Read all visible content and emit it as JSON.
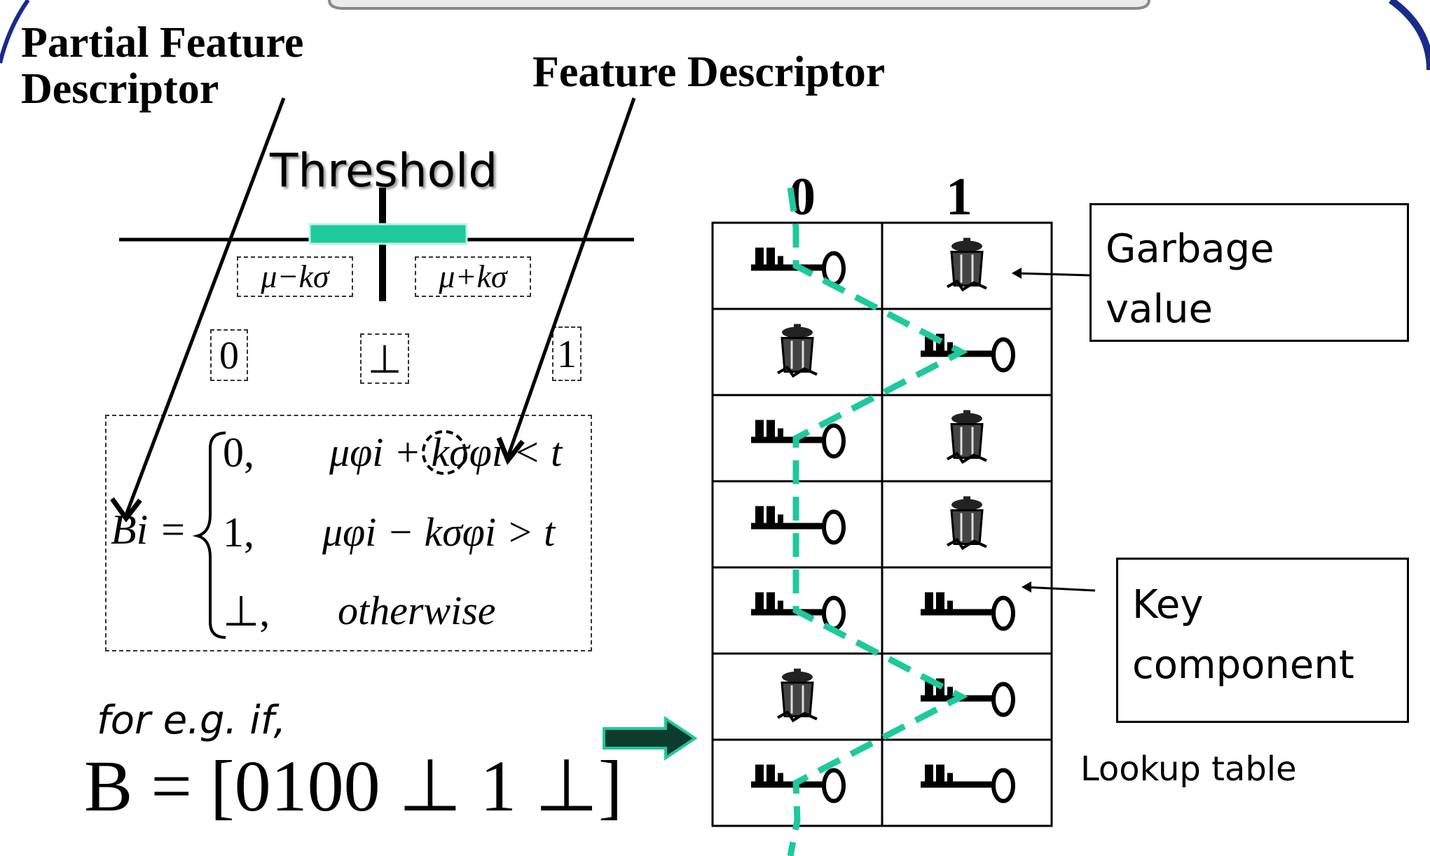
{
  "labels": {
    "partial_feature_descriptor_line1": "Partial Feature",
    "partial_feature_descriptor_line2": "Descriptor",
    "feature_descriptor": "Feature Descriptor",
    "threshold": "Threshold",
    "mu_minus": "μ−kσ",
    "mu_plus": "μ+kσ",
    "zero": "0",
    "bottom": "⊥",
    "one": "1"
  },
  "equation": {
    "lhs": "Bi =",
    "case1_value": "0,",
    "case1_cond": "μφi + kσφi < t",
    "case2_value": "1,",
    "case2_cond": "μφi − kσφi > t",
    "case3_value": "⊥,",
    "case3_cond": "otherwise"
  },
  "example": {
    "intro": "for  e.g. if,",
    "vector": "B = [0100 ⊥ 1 ⊥]"
  },
  "table": {
    "column_headers": [
      "0",
      "1"
    ],
    "rows": [
      [
        "key",
        "garbage"
      ],
      [
        "garbage",
        "key"
      ],
      [
        "key",
        "garbage"
      ],
      [
        "key",
        "garbage"
      ],
      [
        "key",
        "key"
      ],
      [
        "garbage",
        "key"
      ],
      [
        "key",
        "key"
      ]
    ],
    "caption": "Lookup table"
  },
  "callouts": {
    "garbage_line1": "Garbage",
    "garbage_line2": "value",
    "key_line1": "Key",
    "key_line2": "component"
  },
  "colors": {
    "accent": "#1ec99c",
    "arrow_fill": "#0d3b2e"
  }
}
